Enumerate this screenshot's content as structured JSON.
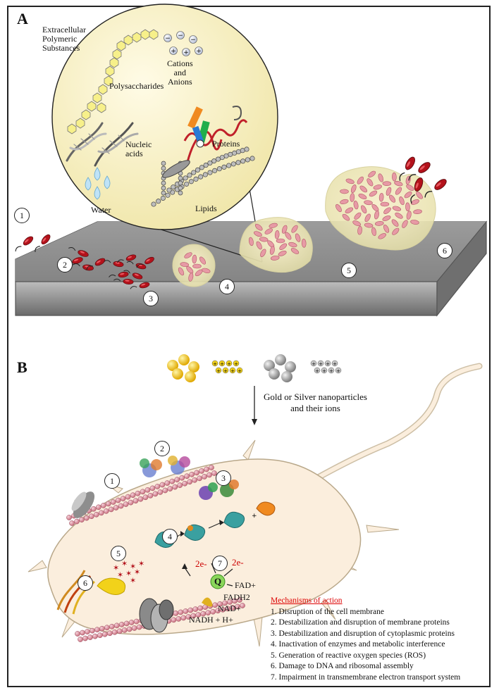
{
  "panel_a": {
    "label": "A",
    "eps_title": "Extracellular\nPolymeric\nSubstances",
    "components": {
      "polysaccharides": "Polysaccharides",
      "cations_anions": "Cations\nand\nAnions",
      "nucleic_acids": "Nucleic\nacids",
      "proteins": "Proteins",
      "water": "Water",
      "lipids": "Lipids"
    },
    "stages": [
      "1",
      "2",
      "3",
      "4",
      "5",
      "6"
    ]
  },
  "panel_b": {
    "label": "B",
    "nanoparticles_caption": "Gold or Silver nanoparticles\nand their ions",
    "mechanism_numbers": [
      "1",
      "2",
      "3",
      "4",
      "5",
      "6",
      "7"
    ],
    "etc_labels": {
      "electron_left": "2e-",
      "electron_right": "2e-",
      "q": "Q",
      "fad": "FAD+",
      "fadh2": "FADH2",
      "nad": "NAD+",
      "nadh": "NADH + H+"
    },
    "legend": {
      "title": "Mechanisms of action",
      "items": [
        "1. Disruption of the cell membrane",
        "2. Destabilization and disruption of membrane proteins",
        "3. Destabilization and disruption of cytoplasmic proteins",
        "4. Inactivation of enzymes and metabolic interference",
        "5. Generation of reactive oxygen species (ROS)",
        "6. Damage to DNA and ribosomal assembly",
        "7. Impairment in transmembrane electron transport system"
      ]
    }
  },
  "colors": {
    "gold": "#f2c21a",
    "silver": "#a8a8a8",
    "bacterium_red": "#b3121b",
    "cell_fill": "#fbeedd",
    "eps_fill": "#f6efbf",
    "slab_top": "#8e8e8e",
    "legend_title": "#dd0000"
  }
}
